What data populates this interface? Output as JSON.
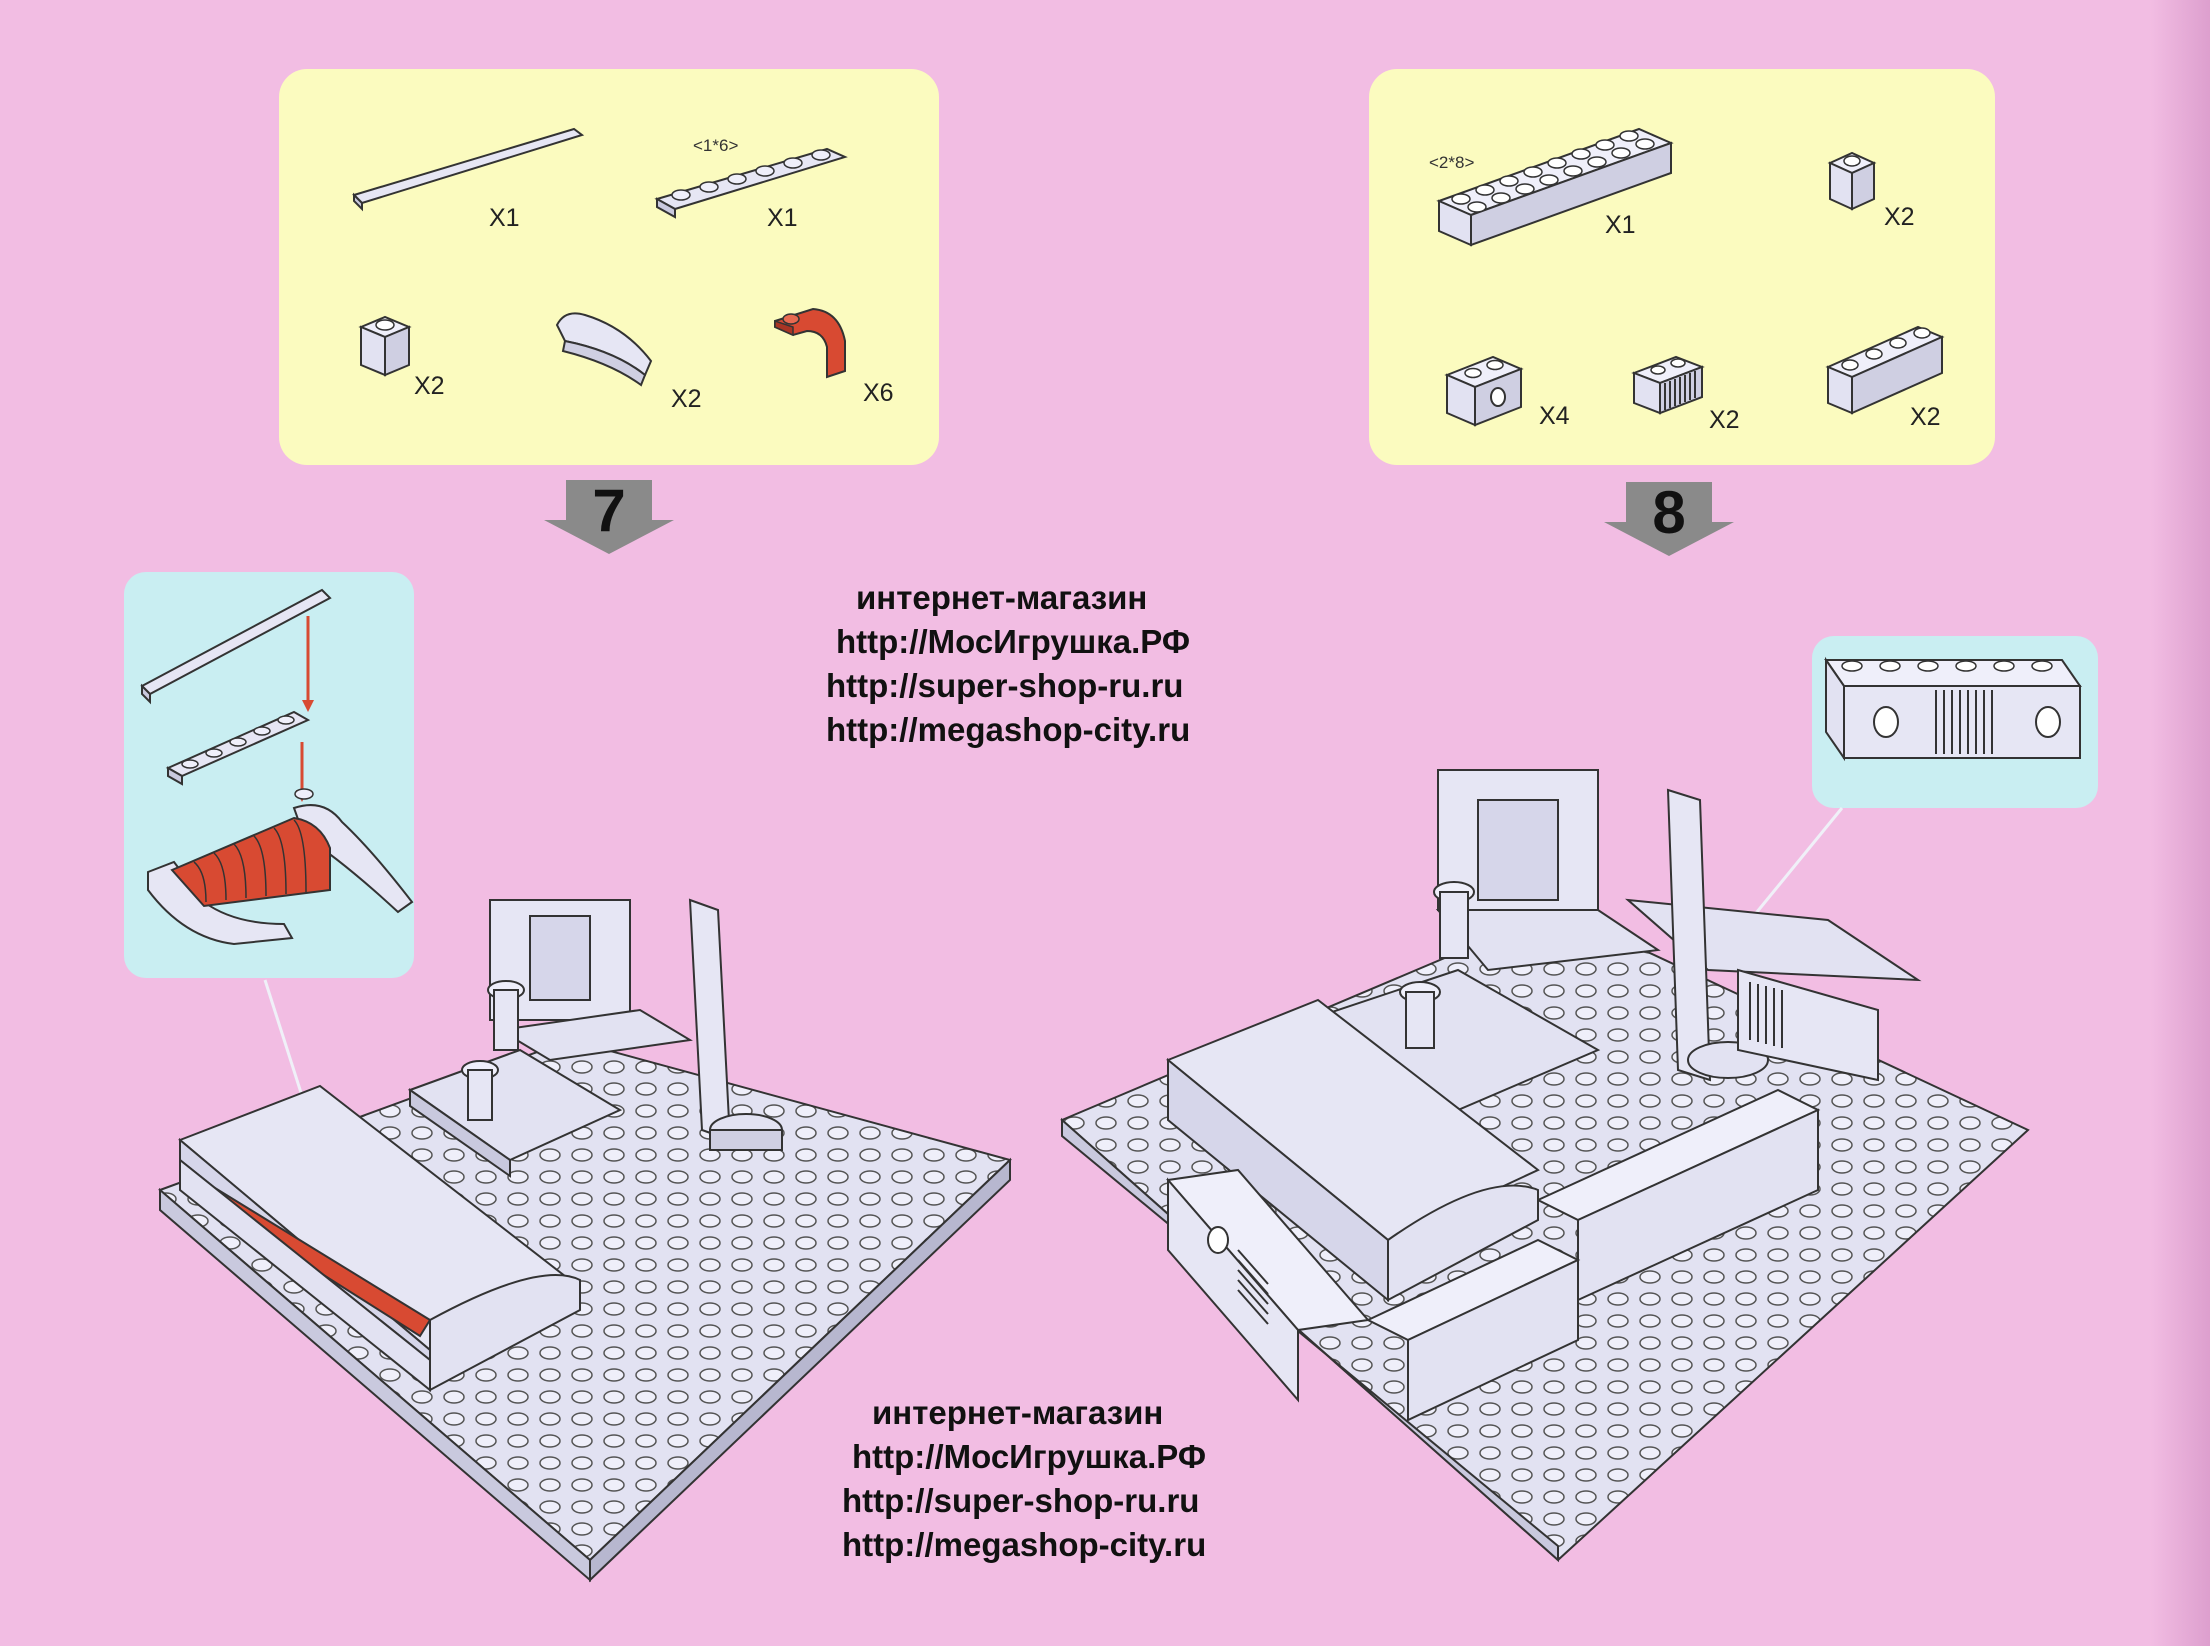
{
  "steps": [
    {
      "number": "7",
      "parts": [
        {
          "icon": "long-flat-tile-icon",
          "size_label": "",
          "quantity": "X1"
        },
        {
          "icon": "plate-1x6-icon",
          "size_label": "<1*6>",
          "quantity": "X1"
        },
        {
          "icon": "brick-1x1-icon",
          "size_label": "",
          "quantity": "X2"
        },
        {
          "icon": "curved-slope-icon",
          "size_label": "",
          "quantity": "X2"
        },
        {
          "icon": "red-arch-brick-icon",
          "size_label": "",
          "quantity": "X6",
          "color": "#d84a32"
        }
      ],
      "result": "sofa-assembly"
    },
    {
      "number": "8",
      "parts": [
        {
          "icon": "brick-2x8-icon",
          "size_label": "<2*8>",
          "quantity": "X1"
        },
        {
          "icon": "brick-1x1-icon",
          "size_label": "",
          "quantity": "X2"
        },
        {
          "icon": "technic-brick-1x2-icon",
          "size_label": "",
          "quantity": "X4"
        },
        {
          "icon": "grille-brick-icon",
          "size_label": "",
          "quantity": "X2"
        },
        {
          "icon": "brick-1x4-icon",
          "size_label": "",
          "quantity": "X2"
        }
      ],
      "result": "wall-assembly"
    }
  ],
  "watermarks": [
    {
      "lines": [
        "интернет-магазин",
        "http://МосИгрушка.РФ",
        "http://super-shop-ru.ru",
        "http://megashop-city.ru"
      ]
    },
    {
      "lines": [
        "интернет-магазин",
        "http://МосИгрушка.РФ",
        "http://super-shop-ru.ru",
        "http://megashop-city.ru"
      ]
    }
  ],
  "colors": {
    "page_background": "#f2bde3",
    "parts_panel": "#fbfbbf",
    "detail_inset": "#c9eef2",
    "brick_gray": "#e2e2f2",
    "accent_red": "#d84a32",
    "step_arrow": "#8a8a8a"
  }
}
